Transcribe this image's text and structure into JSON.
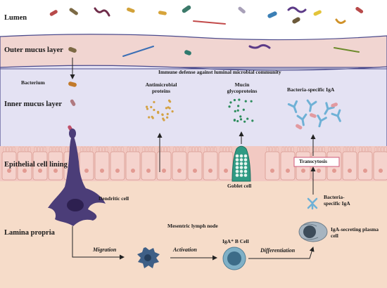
{
  "layers": {
    "lumen": "Lumen",
    "outer_mucus": "Outer mucus layer",
    "inner_mucus": "Inner mucus layer",
    "epithelium": "Epithelial cell lining",
    "lamina_propria": "Lamina propria"
  },
  "banner": "Immune defense against luminal microbial community",
  "labels": {
    "bacterium": "Bacterium",
    "antimicrobial": "Antimicrobial proteins",
    "mucin": "Mucin glycoproteins",
    "bacteria_iga": "Bacteria-specific IgA",
    "transcytosis": "Transcytosis",
    "goblet": "Goblet cell",
    "dendritic": "Dendritic cell",
    "lymph_node": "Mesentric lymph node",
    "bacteria_iga_small": "Bacteria- specific IgA",
    "b_cell": "IgA⁺ B Cell",
    "plasma": "IgA-secreting plasma cell"
  },
  "process": {
    "migration": "Migration",
    "activation": "Activation",
    "differentiation": "Differentiation"
  },
  "colors": {
    "lumen_bg": "#ffffff",
    "outer_mucus_bg": "#f1d5d1",
    "inner_mucus_bg": "#e4e2f3",
    "epithelium_bg": "#f2c9c2",
    "lamina_bg": "#f6dcc9",
    "dendritic": "#4b3d78",
    "goblet": "#2f9a83",
    "antimicrobial_dots": "#d4a244",
    "mucin_dots": "#2c8c5c",
    "iga": "#6fb1d6"
  }
}
